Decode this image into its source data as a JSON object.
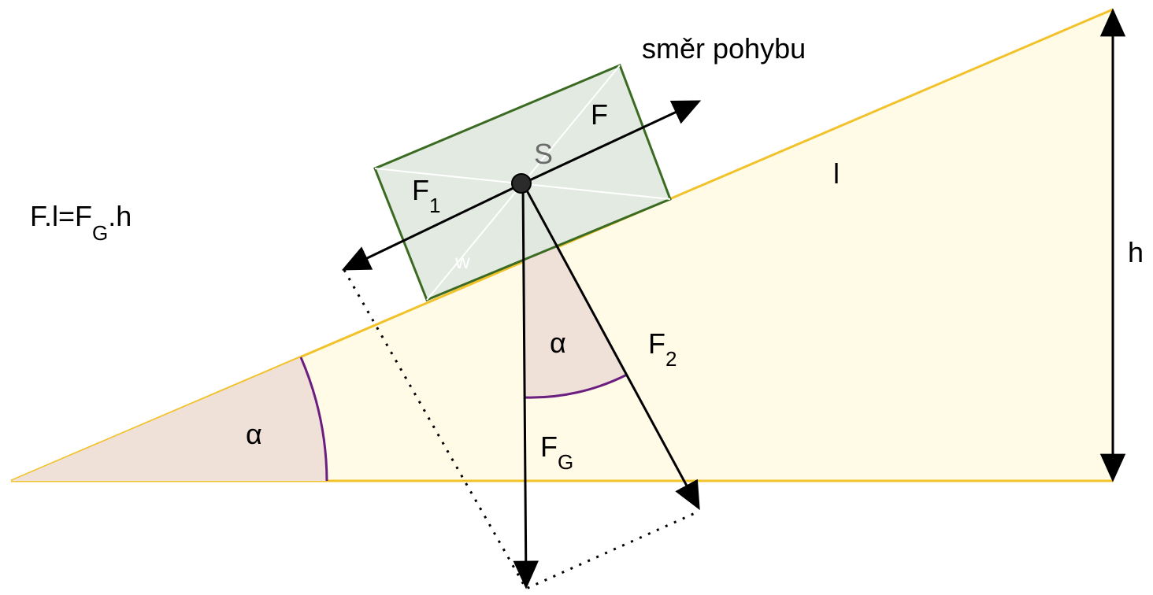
{
  "labels": {
    "direction": "směr pohybu",
    "formula_main": "F.l=F",
    "formula_sub": "G",
    "formula_tail": ".h",
    "force_F": "F",
    "center_S": "S",
    "force_F1_main": "F",
    "force_F1_sub": "1",
    "force_F2_main": "F",
    "force_F2_sub": "2",
    "force_FG_main": "F",
    "force_FG_sub": "G",
    "length_l": "l",
    "height_h": "h",
    "angle_alpha_base": "α",
    "angle_alpha_force": "α",
    "block_w": "w"
  },
  "colors": {
    "incline_line": "#f2c22b",
    "incline_fill": "#fffbe7",
    "angle_fill": "#efe0d8",
    "angle_arc": "#6b1e7f",
    "block_fill": "#dfe8df",
    "block_stroke": "#3b6b22",
    "force_lines": "#000000",
    "point_fill": "#2b2b2b"
  }
}
